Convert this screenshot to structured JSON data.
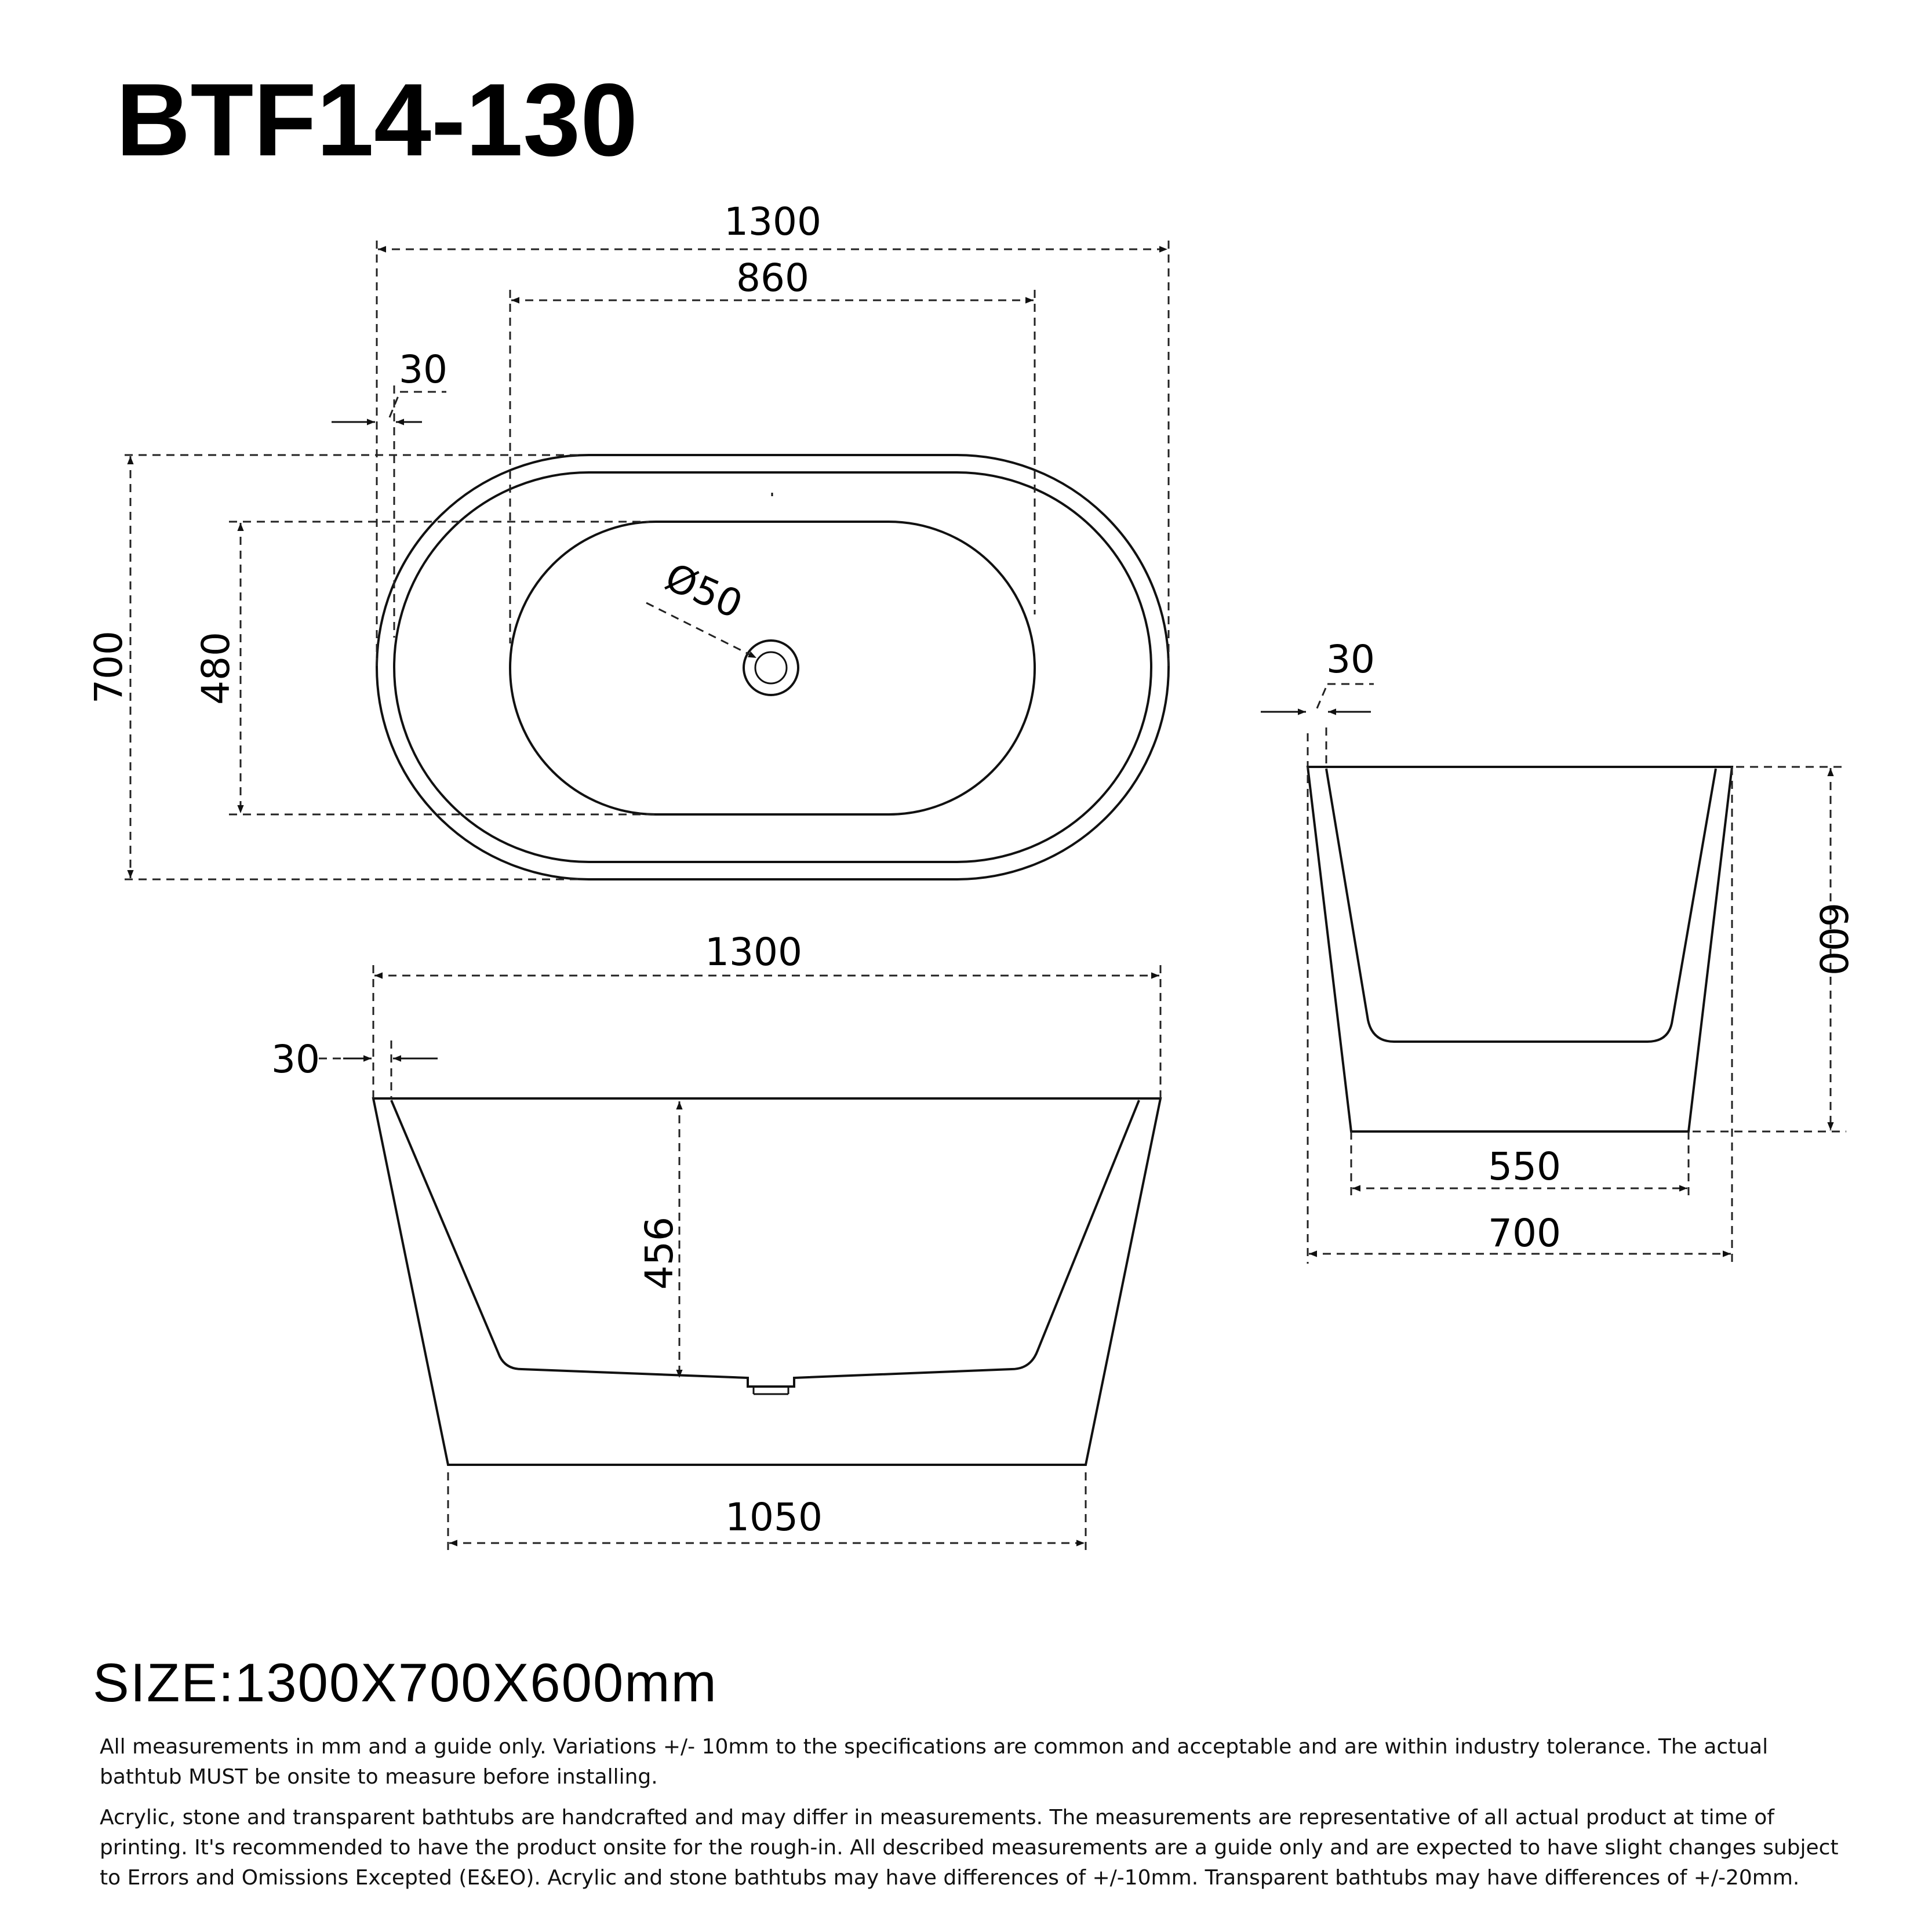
{
  "title": "BTF14-130",
  "top_view": {
    "length": "1300",
    "inner_length": "860",
    "rim": "30",
    "width": "700",
    "inner_width": "480",
    "drain": "Ø50"
  },
  "front_view": {
    "length": "1300",
    "rim": "30",
    "depth": "456",
    "base_length": "1050"
  },
  "side_view": {
    "rim": "30",
    "height": "600",
    "base_width": "550",
    "width": "700"
  },
  "size": "SIZE:1300X700X600mm",
  "notes": [
    "All measurements in mm and a guide only. Variations +/- 10mm to the specifications are common and acceptable and are within industry tolerance. The actual bathtub MUST be onsite to measure before installing.",
    "Acrylic, stone and transparent bathtubs are handcrafted and may differ in measurements. The measurements are representative of all actual product at time of printing. It's recommended to have the product onsite for the rough-in. All described measurements are a guide only and are expected to have slight changes subject to Errors and Omissions Excepted (E&EO). Acrylic and stone bathtubs may have differences of +/-10mm. Transparent bathtubs may have differences of +/-20mm."
  ]
}
